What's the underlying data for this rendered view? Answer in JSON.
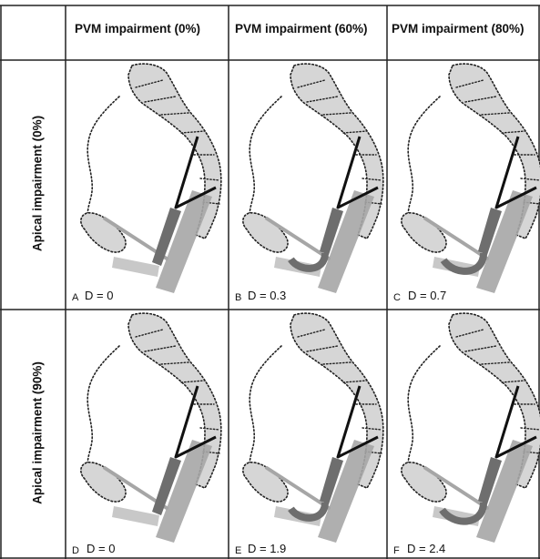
{
  "columns": [
    {
      "label": "PVM impairment (0%)"
    },
    {
      "label": "PVM impairment (60%)"
    },
    {
      "label": "PVM impairment (80%)"
    }
  ],
  "rows": [
    {
      "label": "Apical impairment (0%)"
    },
    {
      "label": "Apical  impairment (90%)"
    }
  ],
  "panels": [
    {
      "letter": "A",
      "d_text": "D = 0"
    },
    {
      "letter": "B",
      "d_text": "D = 0.3"
    },
    {
      "letter": "C",
      "d_text": "D = 0.7"
    },
    {
      "letter": "D",
      "d_text": "D = 0"
    },
    {
      "letter": "E",
      "d_text": "D = 1.9"
    },
    {
      "letter": "F",
      "d_text": "D = 2.4"
    }
  ],
  "colors": {
    "grid": "#222222",
    "organ_fill": "#d6d6d6",
    "dark_bar": "#6e6e6e",
    "light_bar": "#a6a6a6",
    "pale_bar": "#c8c8c8",
    "ligament": "#111111"
  }
}
